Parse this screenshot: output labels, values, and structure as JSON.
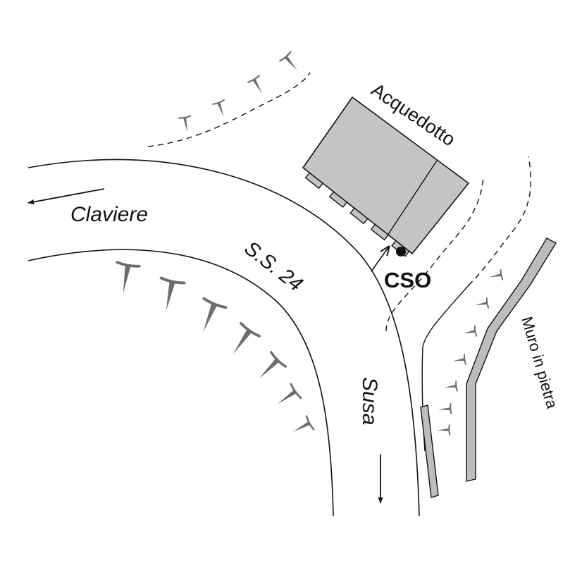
{
  "labels": {
    "building": "Acquedotto",
    "town_west": "Claviere",
    "road": "S.S. 24",
    "station": "CSO",
    "town_south": "Susa",
    "wall": "Muro in pietra"
  },
  "colors": {
    "line": "#111111",
    "building_fill": "#c4c4c4",
    "wall_fill": "#bdbdbd",
    "hachure": "#6e6e6e"
  },
  "icons": {
    "station_marker": "filled-dot",
    "direction_arrows": "arrow",
    "slope_marks": "embankment-hachure"
  }
}
